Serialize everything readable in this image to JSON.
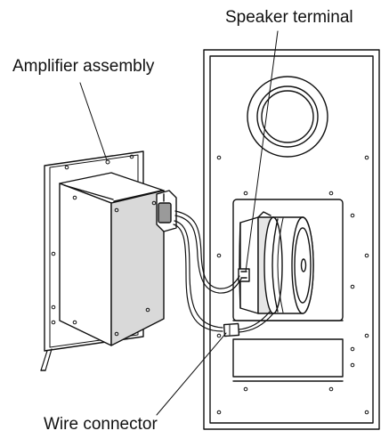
{
  "labels": {
    "speaker_terminal": "Speaker terminal",
    "amplifier_assembly": "Amplifier assembly",
    "wire_connector": "Wire connector"
  },
  "colors": {
    "line": "#111111",
    "panel_fill": "#ffffff",
    "shade": "#d9d9d9",
    "dark_shade": "#9a9a9a"
  }
}
